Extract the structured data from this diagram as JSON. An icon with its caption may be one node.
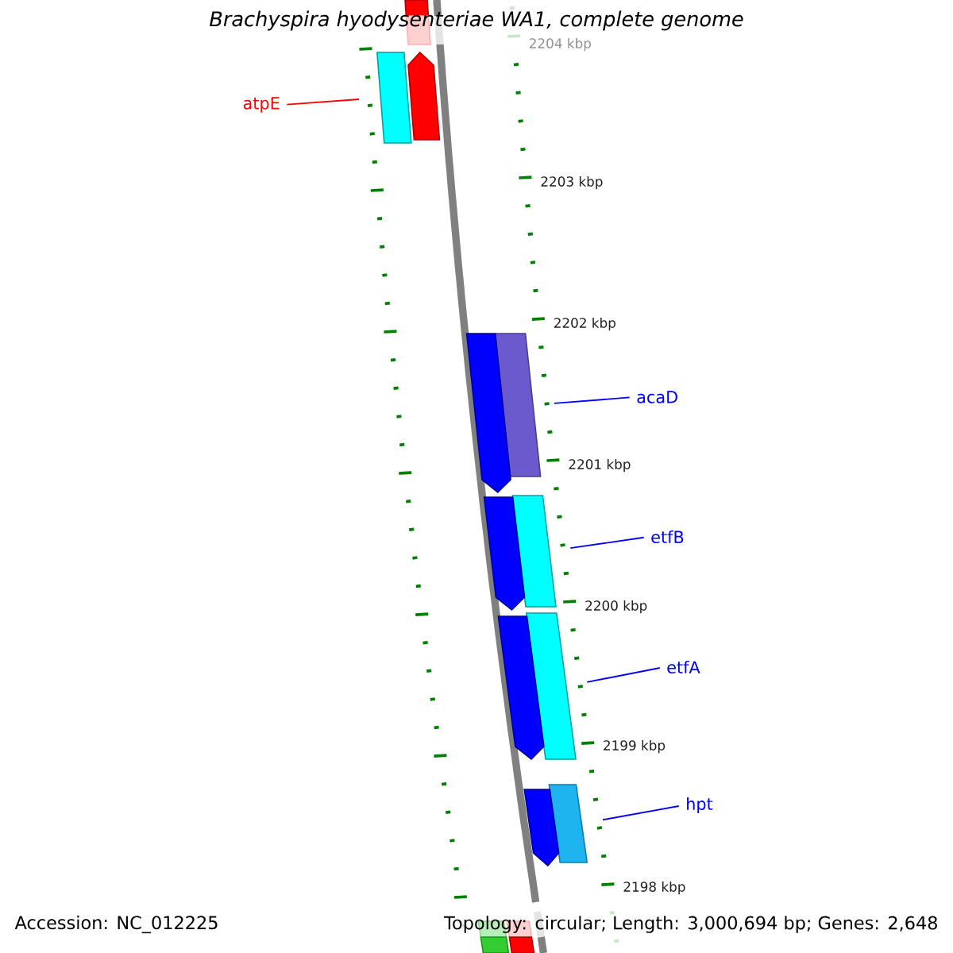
{
  "diagram": {
    "title": "Brachyspira hyodysenteriae WA1, complete genome",
    "nodes": [
      {
        "text": [
          "atpE"
        ]
      },
      {
        "text": [],
        "shape": "bar"
      },
      {
        "text": [
          "acaD"
        ]
      },
      {
        "text": [],
        "shape": "bar"
      },
      {
        "text": [
          "etfB"
        ]
      },
      {
        "text": [],
        "shape": "bar"
      },
      {
        "text": [
          "etfA"
        ]
      },
      {
        "text": [],
        "shape": "bar"
      },
      {
        "text": [
          "hpt"
        ]
      },
      {
        "text": [],
        "shape": "bar"
      },
      {
        "text": [],
        "shape": "bar"
      },
      {
        "text": [],
        "shape": "arrow"
      },
      {
        "text": [],
        "shape": "arrow"
      },
      {
        "text": [],
        "shape": "arrow"
      },
      {
        "text": [],
        "shape": "arrow"
      },
      {
        "text": [],
        "shape": "arrow"
      },
      {
        "text": [],
        "shape": "bar"
      },
      {
        "text": [],
        "shape": "bar"
      }
    ],
    "edges": [
      {
        "from": 0,
        "to": 1,
        "arrow": "none",
        "color": "#ff0000"
      },
      {
        "from": 2,
        "to": 3,
        "arrow": "none"
      },
      {
        "from": 4,
        "to": 5,
        "arrow": "none"
      },
      {
        "from": 6,
        "to": 7,
        "arrow": "none"
      },
      {
        "from": 8,
        "to": 9,
        "arrow": "none"
      }
    ],
    "labels": [
      "2204 kbp",
      "2203 kbp",
      "2202 kbp",
      "2201 kbp",
      "2200 kbp",
      "2199 kbp",
      "2198 kbp",
      "Accession: NC_012225",
      "Topology: circular; Length: 3,000,694 bp; Genes: 2,648"
    ]
  }
}
